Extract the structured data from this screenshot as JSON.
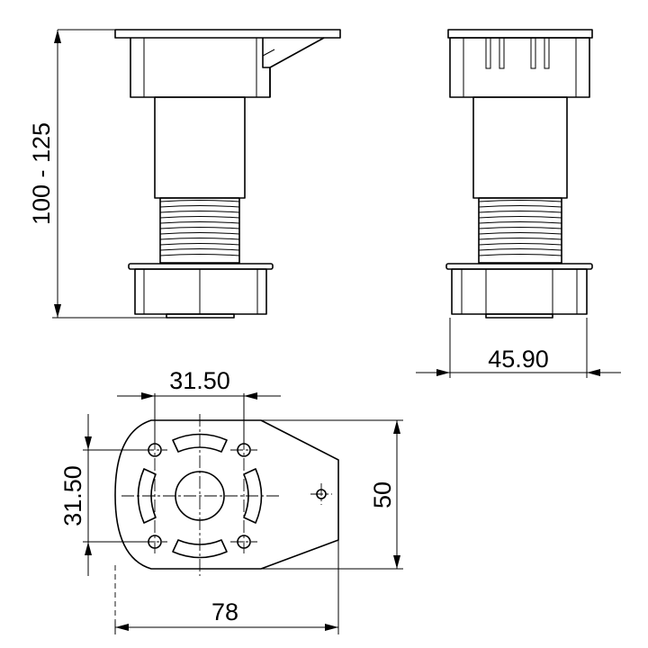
{
  "dimensions": {
    "height": "100 - 125",
    "width_side": "45.90",
    "hole_spacing_x": "31.50",
    "hole_spacing_y": "31.50",
    "plate_width": "50",
    "plate_length": "78"
  }
}
